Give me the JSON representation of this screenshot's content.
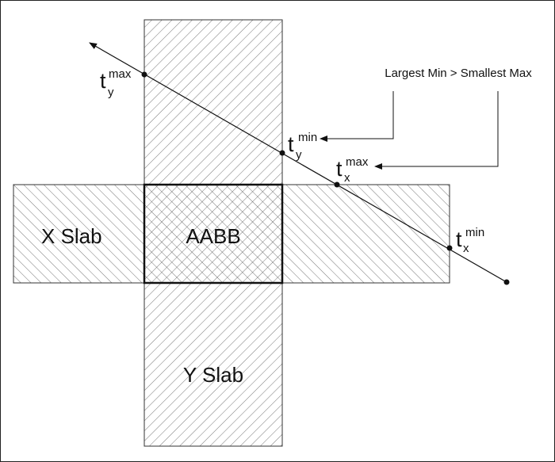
{
  "diagram": {
    "labels": {
      "x_slab": "X Slab",
      "y_slab": "Y Slab",
      "aabb": "AABB"
    },
    "annotation": "Largest Min > Smallest Max",
    "params": {
      "ty_max": {
        "base": "t",
        "sup": "max",
        "sub": "y"
      },
      "ty_min": {
        "base": "t",
        "sup": "min",
        "sub": "y"
      },
      "tx_max": {
        "base": "t",
        "sup": "max",
        "sub": "x"
      },
      "tx_min": {
        "base": "t",
        "sup": "min",
        "sub": "x"
      }
    }
  }
}
